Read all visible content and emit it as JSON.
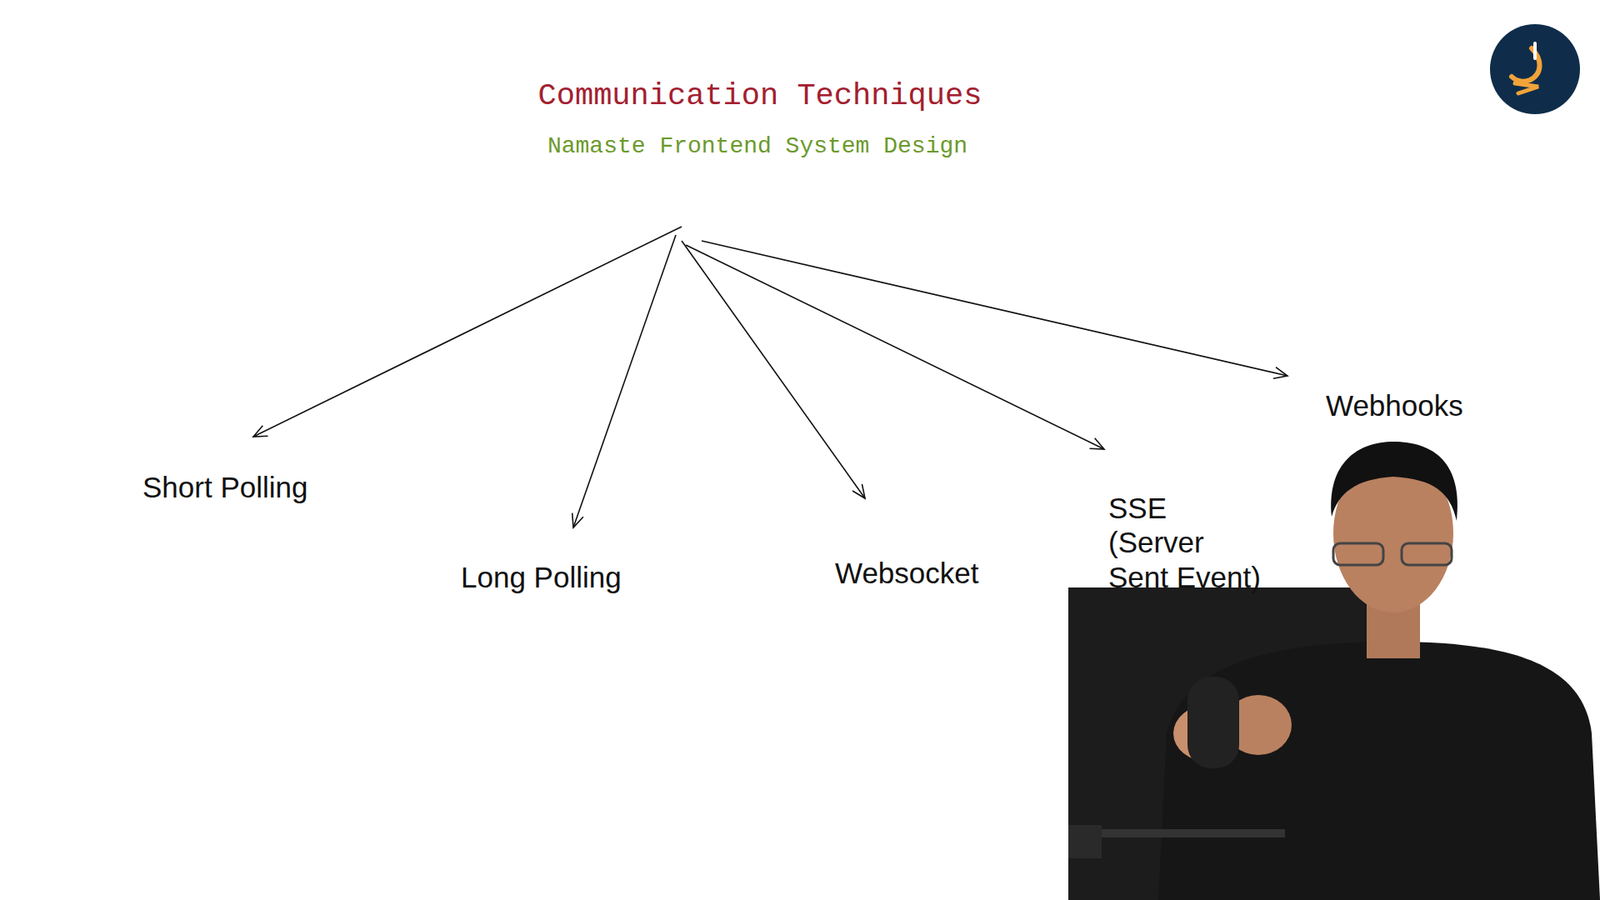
{
  "diagram": {
    "title": "Communication Techniques",
    "labels": [
      "Namaste Frontend System Design",
      "Short Polling",
      "Long Polling",
      "Websocket",
      "SSE (Server Sent Event)",
      "Webhooks"
    ]
  }
}
